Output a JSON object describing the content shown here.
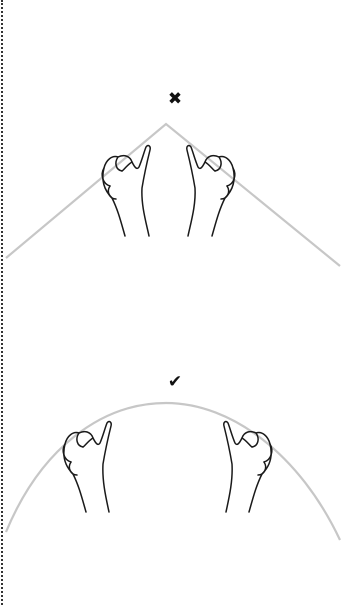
{
  "colors": {
    "curve": "#c7c7c7",
    "ink": "#1a1a1a",
    "edge": "#333333"
  },
  "panels": [
    {
      "id": "sharp-peak",
      "shape": "angular-peak",
      "status_icon": "cross-icon",
      "status_glyph": "✖",
      "meaning": "incorrect"
    },
    {
      "id": "smooth-arc",
      "shape": "rounded-arc",
      "status_icon": "check-icon",
      "status_glyph": "✔",
      "meaning": "correct"
    }
  ]
}
